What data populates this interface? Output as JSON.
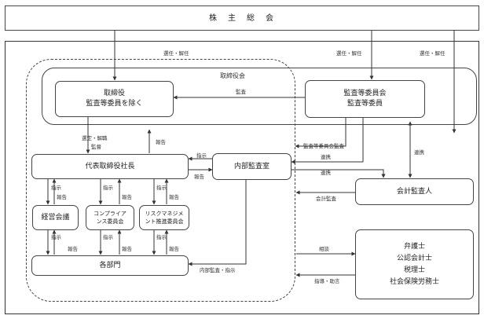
{
  "shareholders": "株　主　総　会",
  "board": {
    "title": "取締役会"
  },
  "directors": {
    "line1": "取締役",
    "line2": "監査等委員を除く"
  },
  "audit_committee": {
    "line1": "監査等委員会",
    "line2": "監査等委員"
  },
  "ceo": "代表取締役社長",
  "internal_audit": "内部監査室",
  "accounting_auditor": "会計監査人",
  "mgmt_meeting": "経営会議",
  "compliance": {
    "line1": "コンプライア",
    "line2": "ンス委員会"
  },
  "risk": {
    "line1": "リスクマネジメ",
    "line2": "ント推進委員会"
  },
  "departments": "各部門",
  "experts": [
    "弁護士",
    "公認会計士",
    "税理士",
    "社会保険労務士"
  ],
  "labels": {
    "appoint1": "選任・解任",
    "appoint2": "選任・解任",
    "appoint3": "選任・解任",
    "audit": "監査",
    "select_dismiss": "選定・解職",
    "supervise": "監督",
    "report_board": "報告",
    "instruct_ia": "指示",
    "report_ia": "報告",
    "ac_audit": "監査等委員会監査",
    "coop1": "連携",
    "coop2": "連携",
    "coop3": "連携",
    "accounting_audit": "会計監査",
    "instruct_a": "指示",
    "report_a": "報告",
    "instruct_b": "指示",
    "report_b": "報告",
    "instruct_c": "指示",
    "report_c": "報告",
    "instruct_d": "指示",
    "report_d": "報告",
    "instruct_e": "指示",
    "report_e": "報告",
    "instruct_f": "指示",
    "report_f": "報告",
    "internal_audit_instruct": "内部監査・指示",
    "consult": "相談",
    "guidance": "指導・助言"
  }
}
